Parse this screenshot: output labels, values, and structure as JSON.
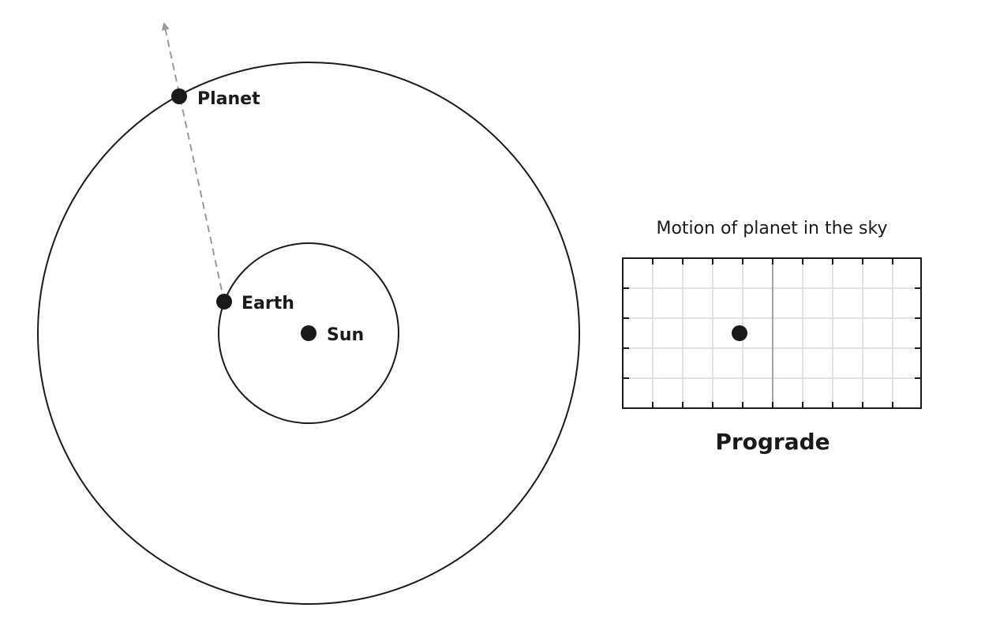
{
  "orbit_diagram": {
    "sun_label": "Sun",
    "earth_label": "Earth",
    "planet_label": "Planet"
  },
  "sky_panel": {
    "title": "Motion of planet in the sky",
    "caption": "Prograde"
  },
  "colors": {
    "ink": "#1a1a1a",
    "sight_line": "#9a9a9a",
    "grid": "#d8d8d8"
  }
}
